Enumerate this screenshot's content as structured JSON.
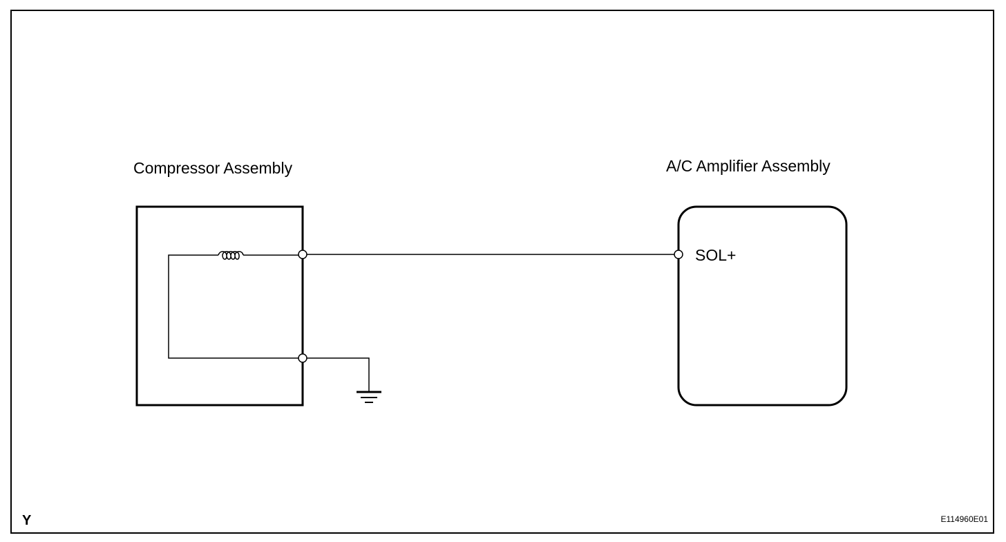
{
  "diagram": {
    "compressor_label": "Compressor Assembly",
    "amplifier_label": "A/C Amplifier Assembly",
    "terminal_label": "SOL+",
    "corner_letter": "Y",
    "figure_code": "E114960E01"
  },
  "colors": {
    "line": "#000000",
    "background": "#ffffff"
  }
}
